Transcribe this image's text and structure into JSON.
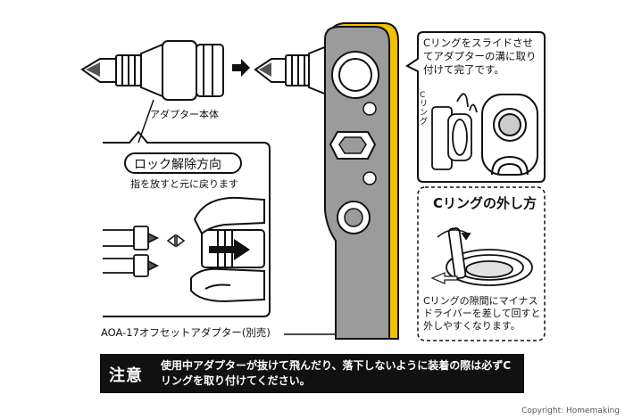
{
  "labels": {
    "adapter_body": "アダプター本体",
    "lock_release": "ロック解除方向",
    "release_finger": "指を放すと元に戻ります",
    "product_name": "AOA-17オフセットアダプター(別売)",
    "c_ring_side": "Cリング",
    "c_ring_removal": "Cリングの外し方"
  },
  "callouts": {
    "slide_instruction": "Cリングをスライドさせてアダプターの溝に取り付けて完了です。",
    "removal_instruction": "Cリングの隙間にマイナスドライバーを差して回すと外しやすくなります。"
  },
  "notice": {
    "tag": "注意",
    "text": "使用中アダプターが抜けて飛んだり、落下しないように装着の際は必ずCリングを取り付けてください。"
  },
  "copyright": "Copyright: Homemaking",
  "colors": {
    "wrench_yellow": "#f2c200",
    "wrench_gray": "#9b9b9b",
    "ink": "#111111"
  }
}
